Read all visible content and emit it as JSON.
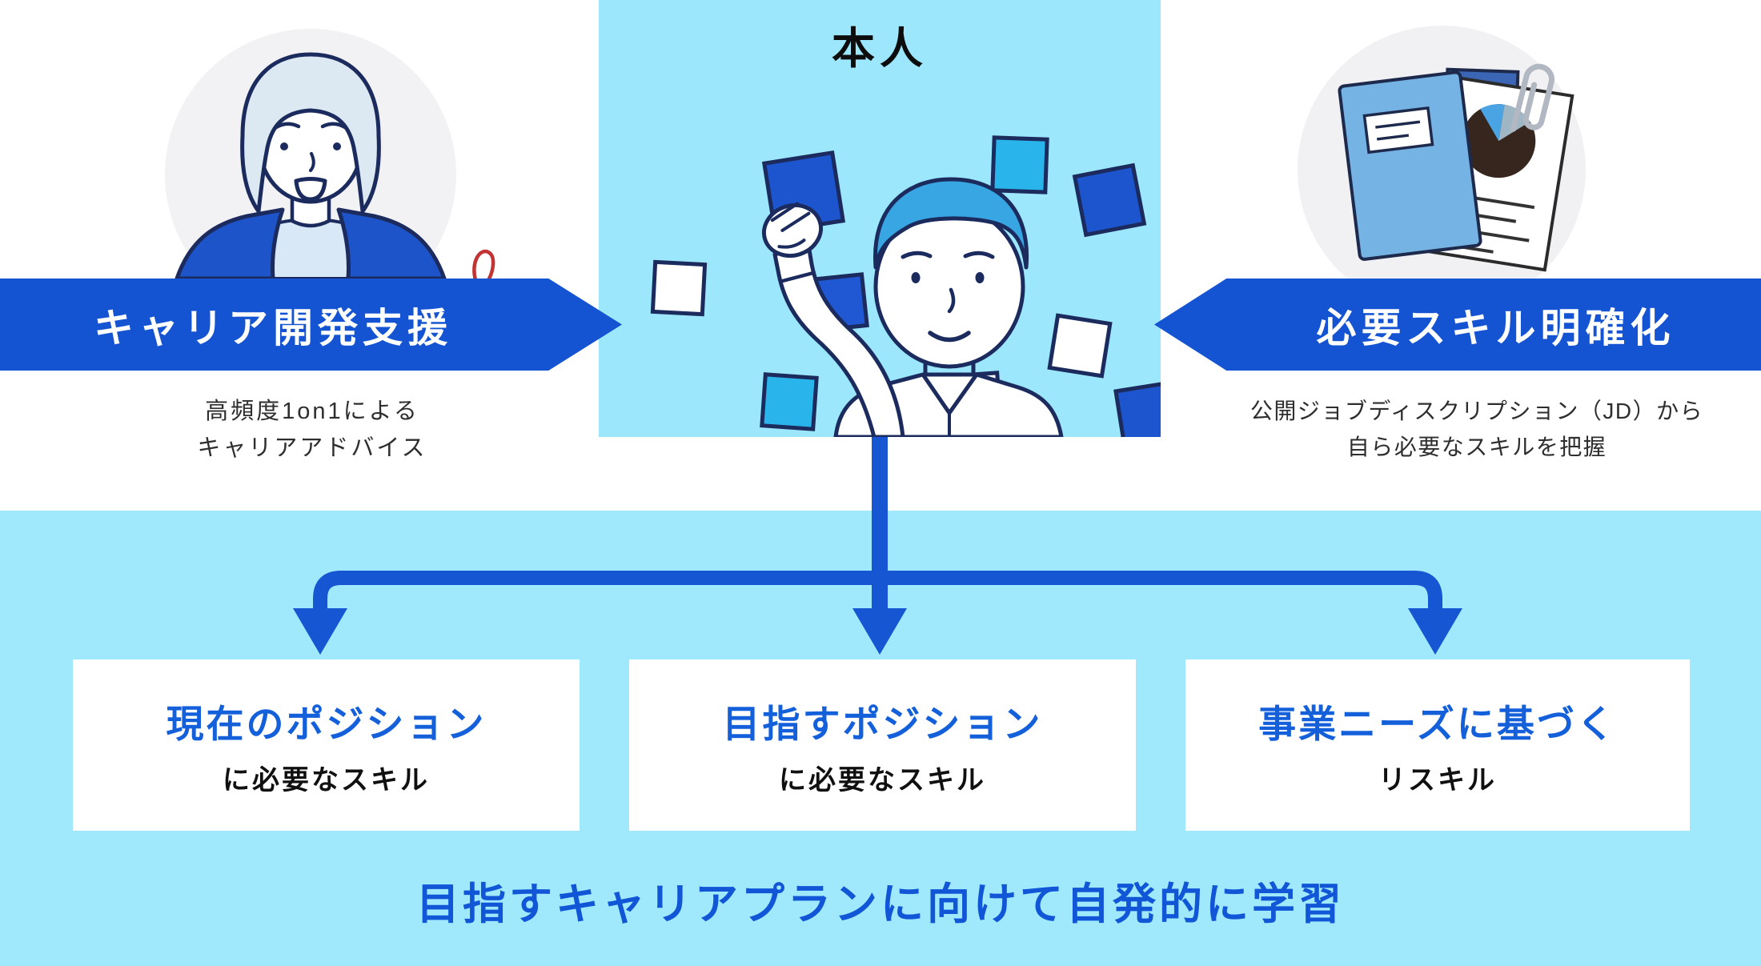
{
  "center": {
    "title": "本人",
    "illustration": "person-organizing-cards-illustration"
  },
  "left_flow": {
    "banner_label": "キャリア開発支援",
    "caption_line1": "高頻度1on1による",
    "caption_line2": "キャリアアドバイス",
    "illustration": "career-advisor-woman-illustration"
  },
  "right_flow": {
    "banner_label": "必要スキル明確化",
    "caption_line1": "公開ジョブディスクリプション（JD）から",
    "caption_line2": "自ら必要なスキルを把握",
    "illustration": "job-description-documents-illustration"
  },
  "boxes": [
    {
      "title": "現在のポジション",
      "subtitle": "に必要なスキル"
    },
    {
      "title": "目指すポジション",
      "subtitle": "に必要なスキル"
    },
    {
      "title": "事業ニーズに基づく",
      "subtitle": "リスキル"
    }
  ],
  "footer": "目指すキャリアプランに向けて自発的に学習",
  "colors": {
    "banner_blue": "#1453d1",
    "arrow_blue": "#1656d3",
    "title_text_blue": "#1460db",
    "footer_text_blue": "#1156d6",
    "panel_cyan": "#9ce7fc",
    "band_light_blue": "#a0e9fd",
    "navy_outline": "#1c2b5e",
    "card_cyan": "#29b4ec",
    "card_royal": "#1c55cd",
    "circle_gray": "#f2f2f4"
  }
}
